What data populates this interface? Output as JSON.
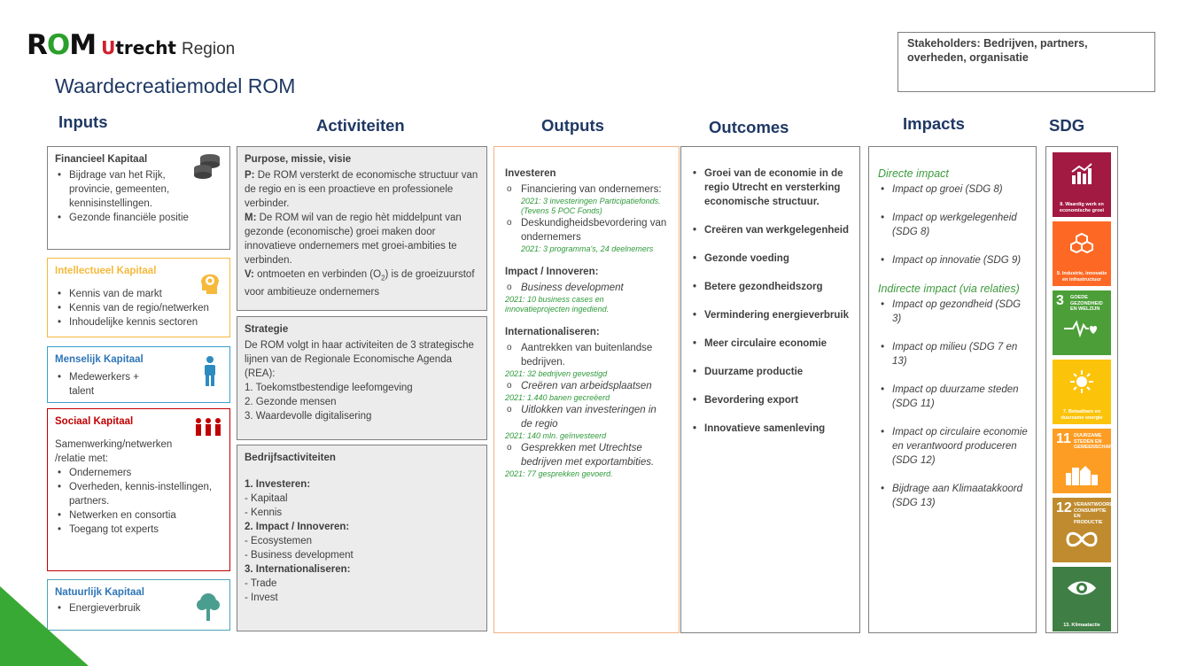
{
  "logo": {
    "rom_r": "R",
    "rom_o": "O",
    "rom_m": "M",
    "u": "U",
    "trecht": "trecht",
    "region": "Region"
  },
  "title": "Waardecreatiemodel ROM",
  "stakeholders": "Stakeholders: Bedrijven, partners, overheden, organisatie",
  "columns": {
    "inputs": "Inputs",
    "activiteiten": "Activiteiten",
    "outputs": "Outputs",
    "outcomes": "Outcomes",
    "impacts": "Impacts",
    "sdg": "SDG"
  },
  "inputs": {
    "financieel": {
      "title": "Financieel Kapitaal",
      "items": [
        "Bijdrage van het Rijk, provincie, gemeenten, kennisinstellingen.",
        "Gezonde financiële positie"
      ],
      "color": "#7f7f7f",
      "icon": "coins-icon"
    },
    "intellectueel": {
      "title": "Intellectueel Kapitaal",
      "items": [
        "Kennis van de markt",
        "Kennis van de regio/netwerken",
        "Inhoudelijke kennis sectoren"
      ],
      "color": "#f6b93b",
      "icon": "head-gear-icon"
    },
    "menselijk": {
      "title": "Menselijk Kapitaal",
      "items": [
        "Medewerkers + talent"
      ],
      "color": "#3a9fcf",
      "icon": "person-icon"
    },
    "sociaal": {
      "title": "Sociaal Kapitaal",
      "intro": "Samenwerking/netwerken /relatie met:",
      "items": [
        "Ondernemers",
        "Overheden, kennis-instellingen, partners.",
        "Netwerken en consortia",
        "Toegang tot experts"
      ],
      "color": "#c00000",
      "icon": "people-icon"
    },
    "natuurlijk": {
      "title": "Natuurlijk Kapitaal",
      "items": [
        "Energieverbruik"
      ],
      "color": "#4aa3b8",
      "icon": "tree-icon"
    }
  },
  "activiteiten": {
    "purpose": {
      "title": "Purpose, missie, visie",
      "p_label": "P:",
      "p_text": " De ROM versterkt de economische structuur van de regio en is een proactieve en professionele verbinder.",
      "m_label": "M:",
      "m_text": " De ROM wil van de regio hèt middelpunt van gezonde (economische) groei maken door innovatieve ondernemers met groei-ambities te verbinden.",
      "v_label": "V:",
      "v_text": " ontmoeten en verbinden (O",
      "v_sub": "2",
      "v_text2": ") is de groeizuurstof voor ambitieuze ondernemers"
    },
    "strategie": {
      "title": "Strategie",
      "text": "De ROM volgt in haar activiteiten de 3 strategische lijnen van de Regionale Economische Agenda (REA):",
      "items": [
        "1.   Toekomstbestendige leefomgeving",
        "2.   Gezonde mensen",
        "3.   Waardevolle digitalisering"
      ]
    },
    "bedrijf": {
      "title": "Bedrijfsactiviteiten",
      "h1": "1. Investeren:",
      "l1": [
        "- Kapitaal",
        "- Kennis"
      ],
      "h2": "2. Impact / Innoveren:",
      "l2": [
        "- Ecosystemen",
        "- Business development"
      ],
      "h3": "3. Internationaliseren:",
      "l3": [
        "- Trade",
        "- Invest"
      ]
    }
  },
  "outputs": {
    "investeren": {
      "title": "Investeren",
      "i1": "Financiering van ondernemers:",
      "g1": "2021: 3 investeringen Participatiefonds. (Tevens 5 POC Fonds)",
      "i2": "Deskundigheidsbevordering van ondernemers",
      "g2": "2021: 3 programma's, 24 deelnemers"
    },
    "impact": {
      "title": "Impact / Innoveren:",
      "i1": "Business development",
      "g1": "2021: 10 business cases en innovatieprojecten ingediend."
    },
    "intern": {
      "title": "Internationaliseren:",
      "i1": "Aantrekken van buitenlandse bedrijven.",
      "g1": "2021: 32 bedrijven gevestigd",
      "i2": "Creëren van arbeidsplaatsen",
      "g2": "2021: 1.440 banen gecreëerd",
      "i3": "Uitlokken van investeringen in de regio",
      "g3": "2021: 140 mln. geïnvesteerd",
      "i4": "Gesprekken met Utrechtse bedrijven met exportambities.",
      "g4": "2021: 77 gesprekken gevoerd."
    }
  },
  "outcomes": [
    "Groei van de economie in de regio Utrecht en versterking economische structuur.",
    "Creëren van werkgelegenheid",
    "Gezonde voeding",
    "Betere gezondheidszorg",
    "Vermindering energieverbruik",
    "Meer circulaire economie",
    "Duurzame productie",
    "Bevordering export",
    "Innovatieve samenleving"
  ],
  "impacts": {
    "direct_title": "Directe impact",
    "direct": [
      "Impact op groei (SDG 8)",
      "Impact op werkgelegenheid (SDG 8)",
      "Impact op innovatie (SDG 9)"
    ],
    "indirect_title": "Indirecte impact (via relaties)",
    "indirect": [
      "Impact op gezondheid (SDG 3)",
      "Impact op milieu (SDG 7 en 13)",
      "Impact op duurzame steden (SDG 11)",
      "Impact op circulaire economie en verantwoord produceren (SDG 12)",
      "Bijdrage aan Klimaatakkoord (SDG 13)"
    ]
  },
  "sdg": [
    {
      "num": "",
      "symbol": "📈",
      "caption": "8. Waardig werk en economische groei",
      "color": "#a21942",
      "icon": "growth-chart-icon"
    },
    {
      "num": "",
      "symbol": "❖",
      "caption": "9. Industrie, innovatie en infrastructuur",
      "color": "#fd6925",
      "icon": "cubes-icon"
    },
    {
      "num": "3",
      "symbol": "∿♥",
      "caption": "GOEDE GEZONDHEID EN WELZIJN",
      "color": "#4c9f38",
      "icon": "heartbeat-icon"
    },
    {
      "num": "",
      "symbol": "☀",
      "caption": "7. Betaalbare en duurzame energie",
      "color": "#fcc30b",
      "icon": "sun-icon"
    },
    {
      "num": "11",
      "symbol": "▟▙",
      "caption": "DUURZAME STEDEN EN GEMEENSCHAPPEN",
      "color": "#fd9d24",
      "icon": "buildings-icon"
    },
    {
      "num": "12",
      "symbol": "∞",
      "caption": "VERANTWOORDE CONSUMPTIE EN PRODUCTIE",
      "color": "#bf8b2e",
      "icon": "infinity-icon"
    },
    {
      "num": "",
      "symbol": "◉",
      "caption": "13. Klimaatactie",
      "color": "#3f7e44",
      "icon": "eye-earth-icon"
    }
  ],
  "colors": {
    "title_blue": "#1f3864",
    "green_text": "#2e9a3a",
    "orange_border": "#f4b183",
    "corner_green": "#39a935"
  }
}
